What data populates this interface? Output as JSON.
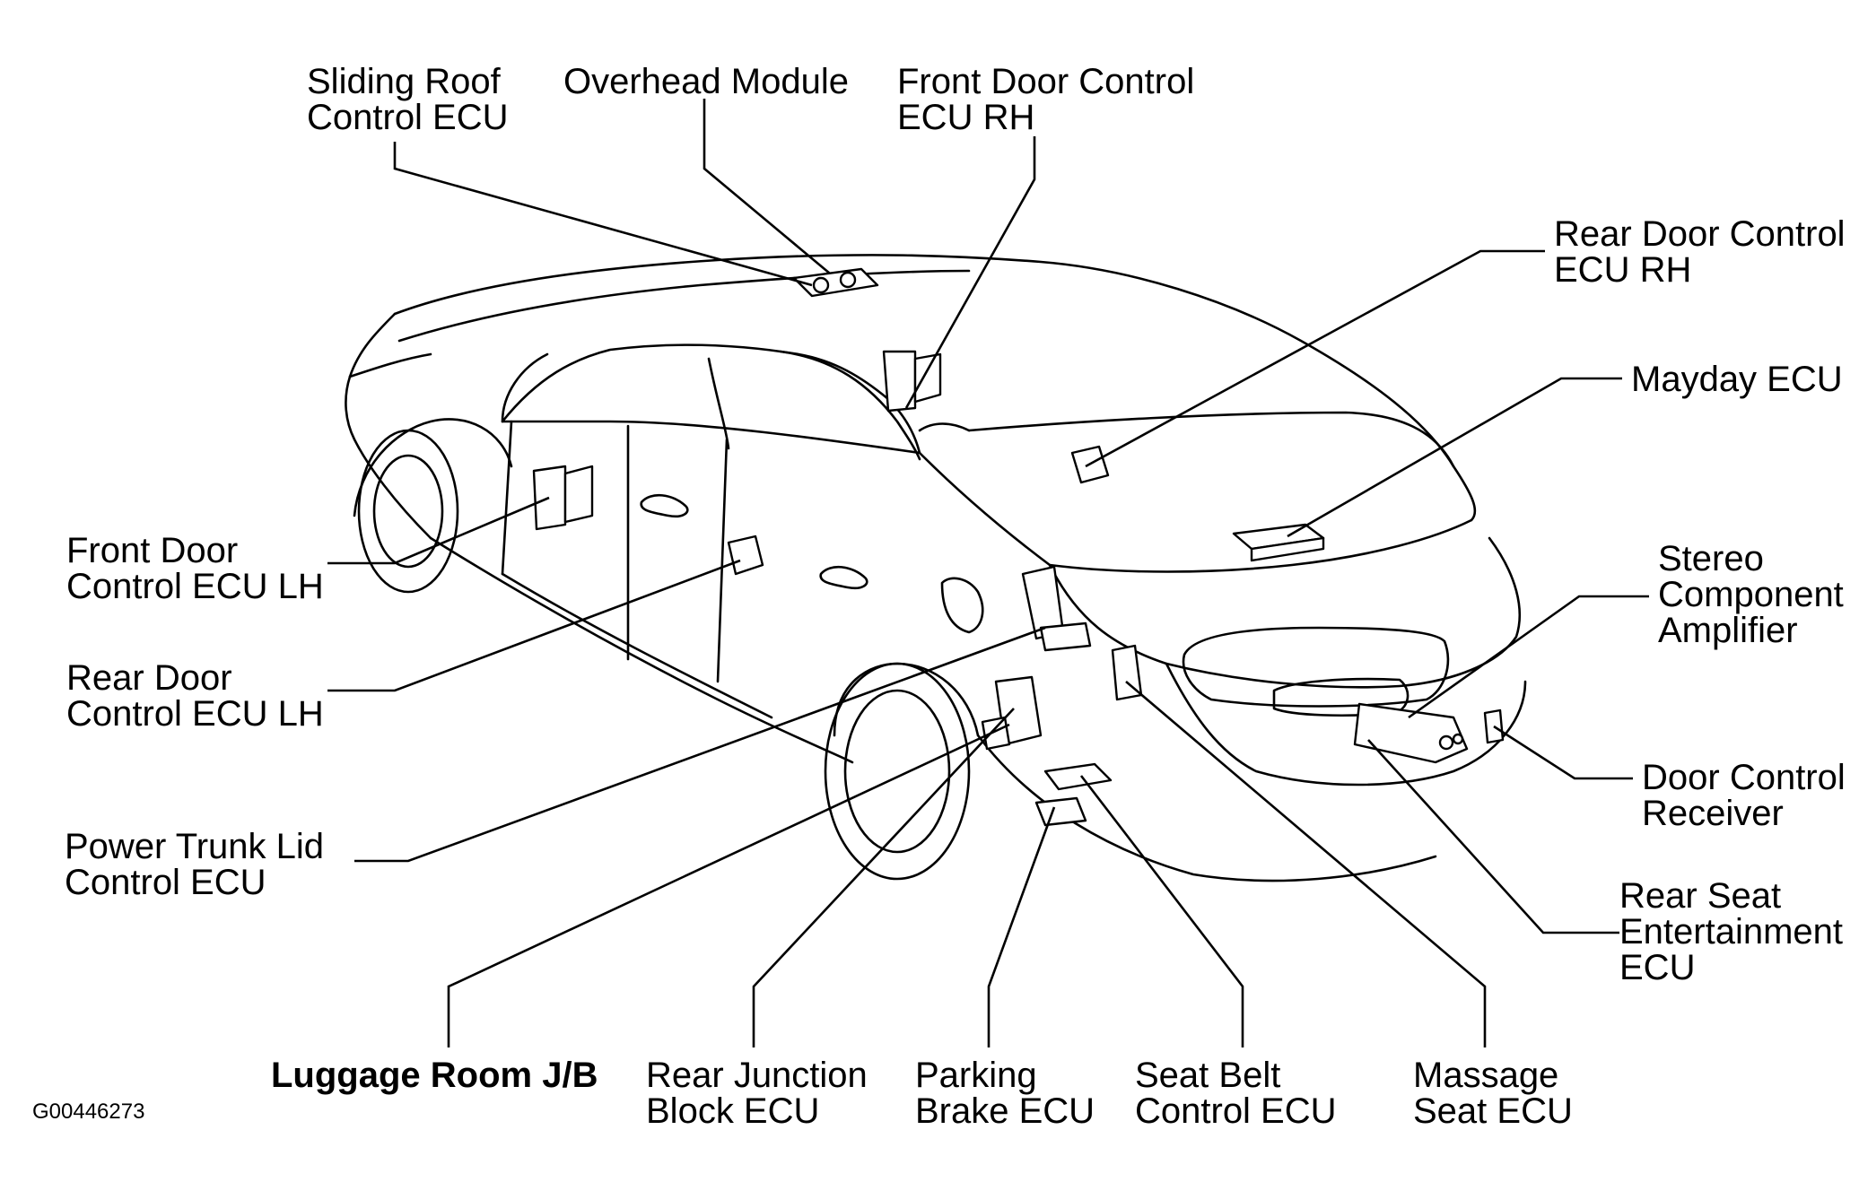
{
  "figure_code": "G00446273",
  "labels": {
    "sliding_roof": [
      "Sliding Roof",
      "Control ECU"
    ],
    "overhead_module": [
      "Overhead Module"
    ],
    "front_door_rh": [
      "Front Door Control",
      "ECU RH"
    ],
    "rear_door_rh": [
      "Rear Door Control",
      "ECU RH"
    ],
    "mayday": [
      "Mayday ECU"
    ],
    "stereo_amp": [
      "Stereo",
      "Component",
      "Amplifier"
    ],
    "door_receiver": [
      "Door Control",
      "Receiver"
    ],
    "rear_seat_ent": [
      "Rear Seat",
      "Entertainment",
      "ECU"
    ],
    "front_door_lh": [
      "Front Door",
      "Control ECU LH"
    ],
    "rear_door_lh": [
      "Rear Door",
      "Control ECU LH"
    ],
    "power_trunk": [
      "Power Trunk Lid",
      "Control ECU"
    ],
    "luggage_jb": [
      "Luggage Room J/B"
    ],
    "rear_junction": [
      "Rear Junction",
      "Block ECU"
    ],
    "parking_brake": [
      "Parking",
      "Brake ECU"
    ],
    "seat_belt": [
      "Seat Belt",
      "Control ECU"
    ],
    "massage_seat": [
      "Massage",
      "Seat ECU"
    ]
  }
}
